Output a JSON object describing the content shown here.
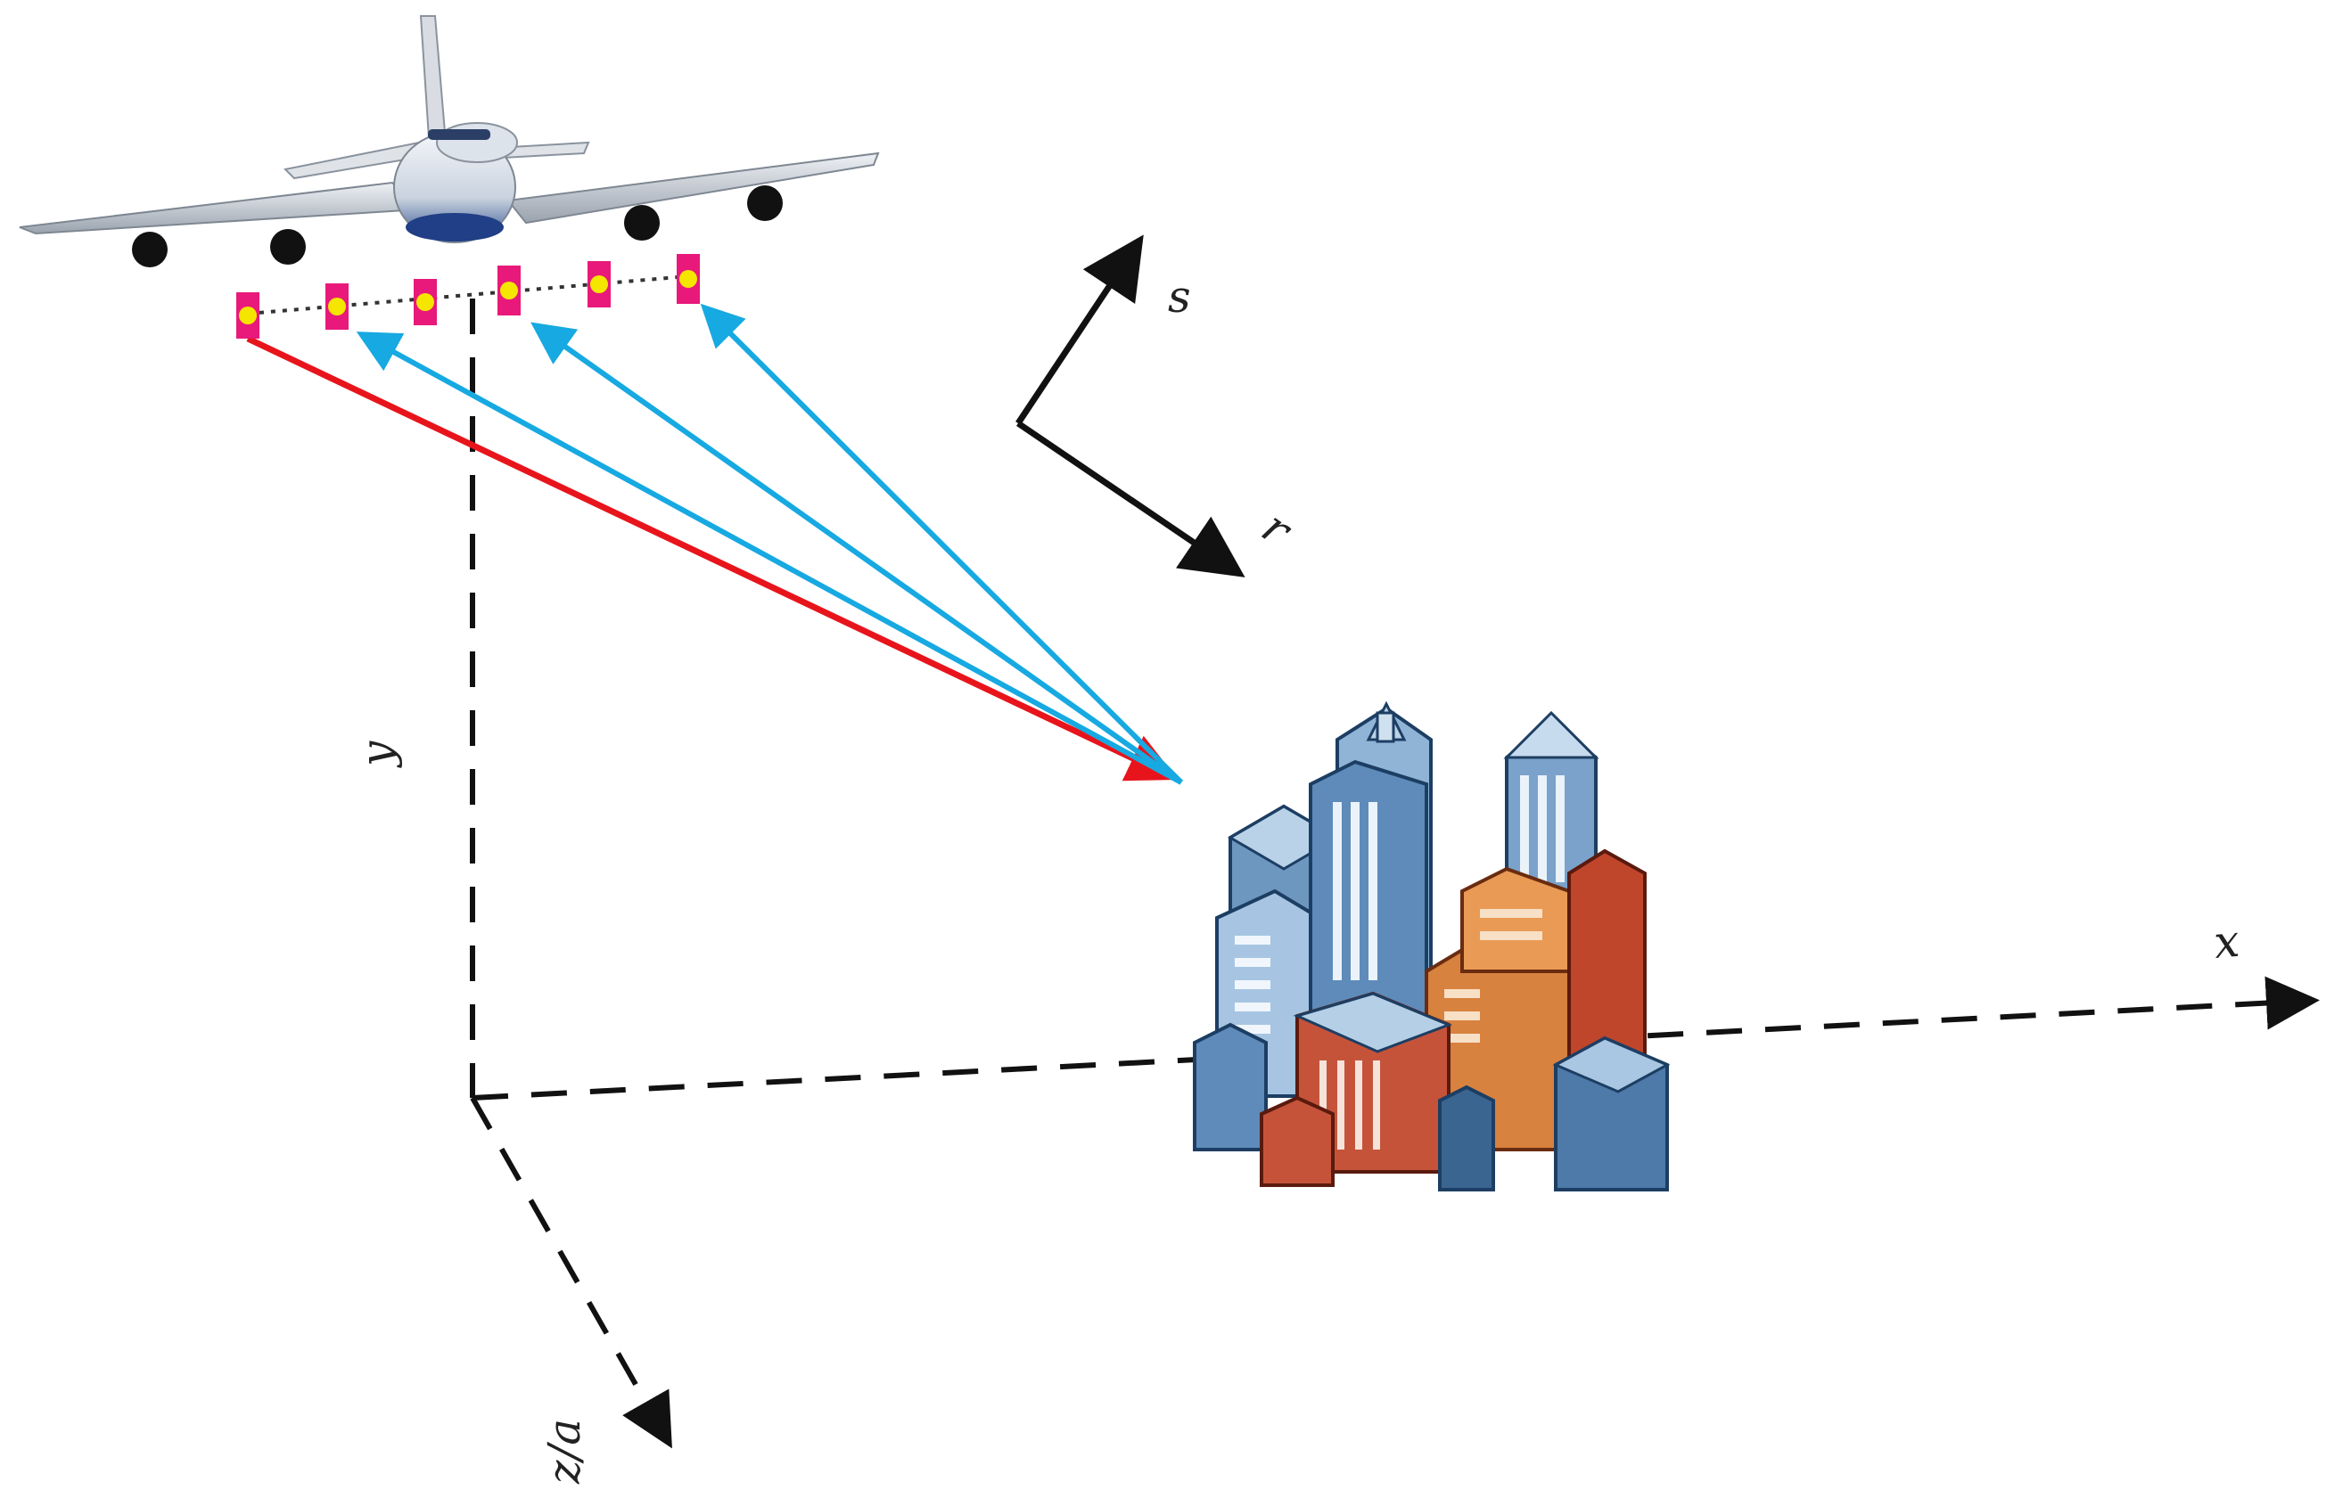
{
  "labels": {
    "s": "s",
    "r": "r",
    "x": "x",
    "y": "y",
    "z": "z/a"
  },
  "colors": {
    "direct_ray": "#e8141c",
    "return_rays": "#17a9e1",
    "axes": "#111111",
    "antenna_fill": "#e8197a",
    "antenna_dot": "#f5e600"
  },
  "icons": {
    "aircraft": "airplane-icon",
    "target": "city-buildings-icon"
  },
  "antenna_count": 6,
  "return_ray_count": 3
}
